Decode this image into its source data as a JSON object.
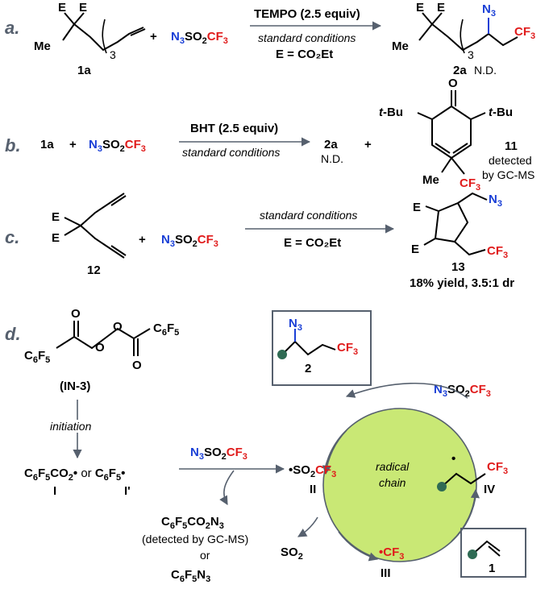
{
  "colors": {
    "azide": "#1a3fd6",
    "cf3": "#e01b1b",
    "chain_circle": "#c9e875",
    "atom_dot": "#2f6b54",
    "box_border": "#56606e",
    "panel_letter": "#56606e"
  },
  "panels": {
    "a": {
      "letter": "a.",
      "reagent": "TEMPO (2.5 equiv)",
      "conditions": "standard conditions",
      "ester_def": "E = CO₂Et",
      "substrate": "1a",
      "product": "2a",
      "product_note": "N.D."
    },
    "b": {
      "letter": "b.",
      "substrate": "1a",
      "reagent": "BHT (2.5 equiv)",
      "conditions": "standard conditions",
      "product": "2a",
      "product_note": "N.D.",
      "adduct": "11",
      "adduct_note1": "detected",
      "adduct_note2": "by GC-MS"
    },
    "c": {
      "letter": "c.",
      "substrate": "12",
      "conditions": "standard conditions",
      "ester_def": "E = CO₂Et",
      "product": "13",
      "yield": "18% yield, 3.5:1 dr"
    },
    "d": {
      "letter": "d.",
      "initiator": "(IN-3)",
      "initiation": "initiation",
      "radical_I": "I",
      "radical_Ip": "I'",
      "byproduct_note": "(detected by GC-MS)",
      "or": "or",
      "radical_II": "II",
      "radical_III": "III",
      "radical_IV": "IV",
      "chain": [
        "radical",
        "chain"
      ],
      "product_label": "2",
      "alkene_label": "1"
    }
  }
}
